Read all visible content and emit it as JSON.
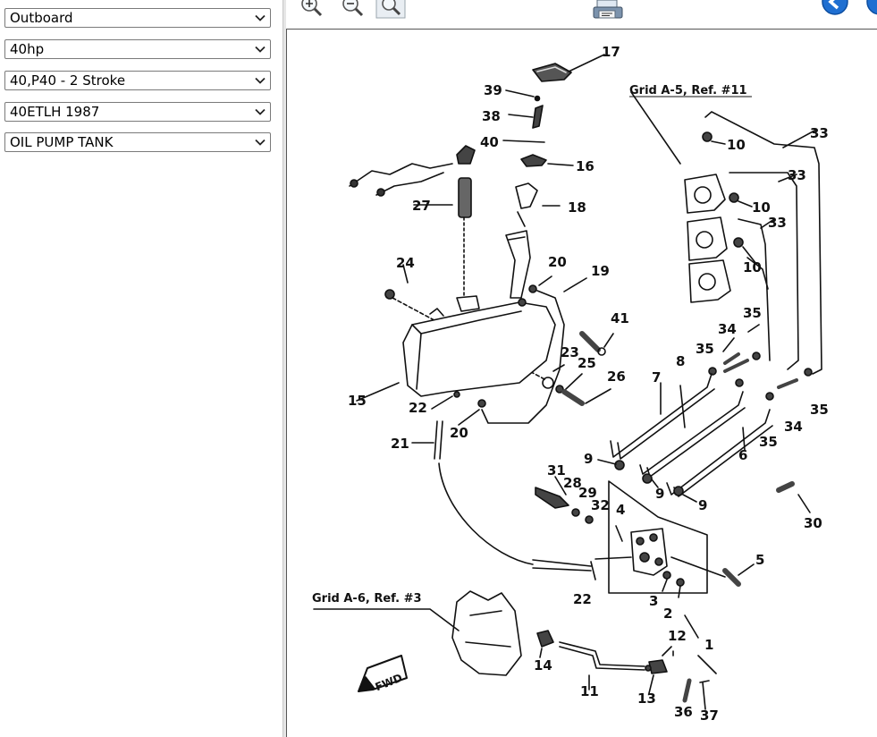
{
  "selects": [
    {
      "name": "category-select",
      "value": "Outboard"
    },
    {
      "name": "horsepower-select",
      "value": "40hp"
    },
    {
      "name": "model-select",
      "value": "40,P40 - 2 Stroke"
    },
    {
      "name": "year-select",
      "value": "40ETLH 1987"
    },
    {
      "name": "assembly-select",
      "value": "OIL PUMP TANK"
    }
  ],
  "toolbar": {
    "zoom_in_icon": "zoom-in-icon",
    "zoom_out_icon": "zoom-out-icon",
    "zoom_fit_icon": "zoom-fit-icon",
    "print_icon": "print-icon",
    "back_icon": "back-icon",
    "forward_icon": "forward-icon"
  },
  "diagram": {
    "callout_a5": "Grid A-5, Ref. #11",
    "callout_a6": "Grid A-6, Ref. #3",
    "fwd_label": "FWD",
    "part_numbers": [
      "17",
      "39",
      "38",
      "40",
      "16",
      "18",
      "27",
      "24",
      "20",
      "19",
      "41",
      "23",
      "25",
      "26",
      "15",
      "22",
      "20",
      "21",
      "33",
      "33",
      "33",
      "10",
      "10",
      "10",
      "35",
      "34",
      "35",
      "35",
      "34",
      "35",
      "8",
      "7",
      "6",
      "9",
      "9",
      "9",
      "31",
      "28",
      "29",
      "32",
      "4",
      "22",
      "5",
      "30",
      "3",
      "2",
      "1",
      "12",
      "14",
      "11",
      "13",
      "36",
      "37"
    ]
  }
}
